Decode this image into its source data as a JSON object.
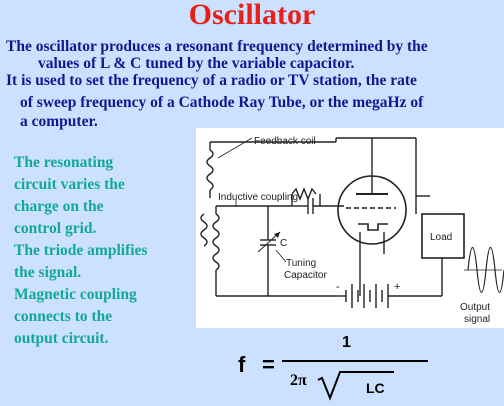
{
  "title": "Oscillator",
  "intro": {
    "line1": "The oscillator produces a resonant frequency determined by the",
    "line2": "values of L & C tuned by the variable capacitor.",
    "line3": "It is used to set the frequency of a radio or TV station, the rate",
    "line4": "of sweep frequency of a Cathode Ray Tube, or the megaHz of",
    "line5": "a computer."
  },
  "side_text": [
    "The resonating",
    "circuit varies the",
    "charge on the",
    "control grid.",
    "The triode amplifies",
    "the signal.",
    "Magnetic coupling",
    "connects to the",
    "output circuit."
  ],
  "diagram": {
    "feedback_coil": "Feedback coil",
    "inductive_coupling": "Inductive coupling",
    "capacitor_label": "C",
    "tuning": "Tuning",
    "capacitor": "Capacitor",
    "load": "Load",
    "output": "Output",
    "signal": "signal",
    "plus": "+",
    "minus": "-"
  },
  "formula": {
    "lhs": "f",
    "equals": "=",
    "numerator": "1",
    "two_pi": "2π",
    "lc": "LC"
  }
}
